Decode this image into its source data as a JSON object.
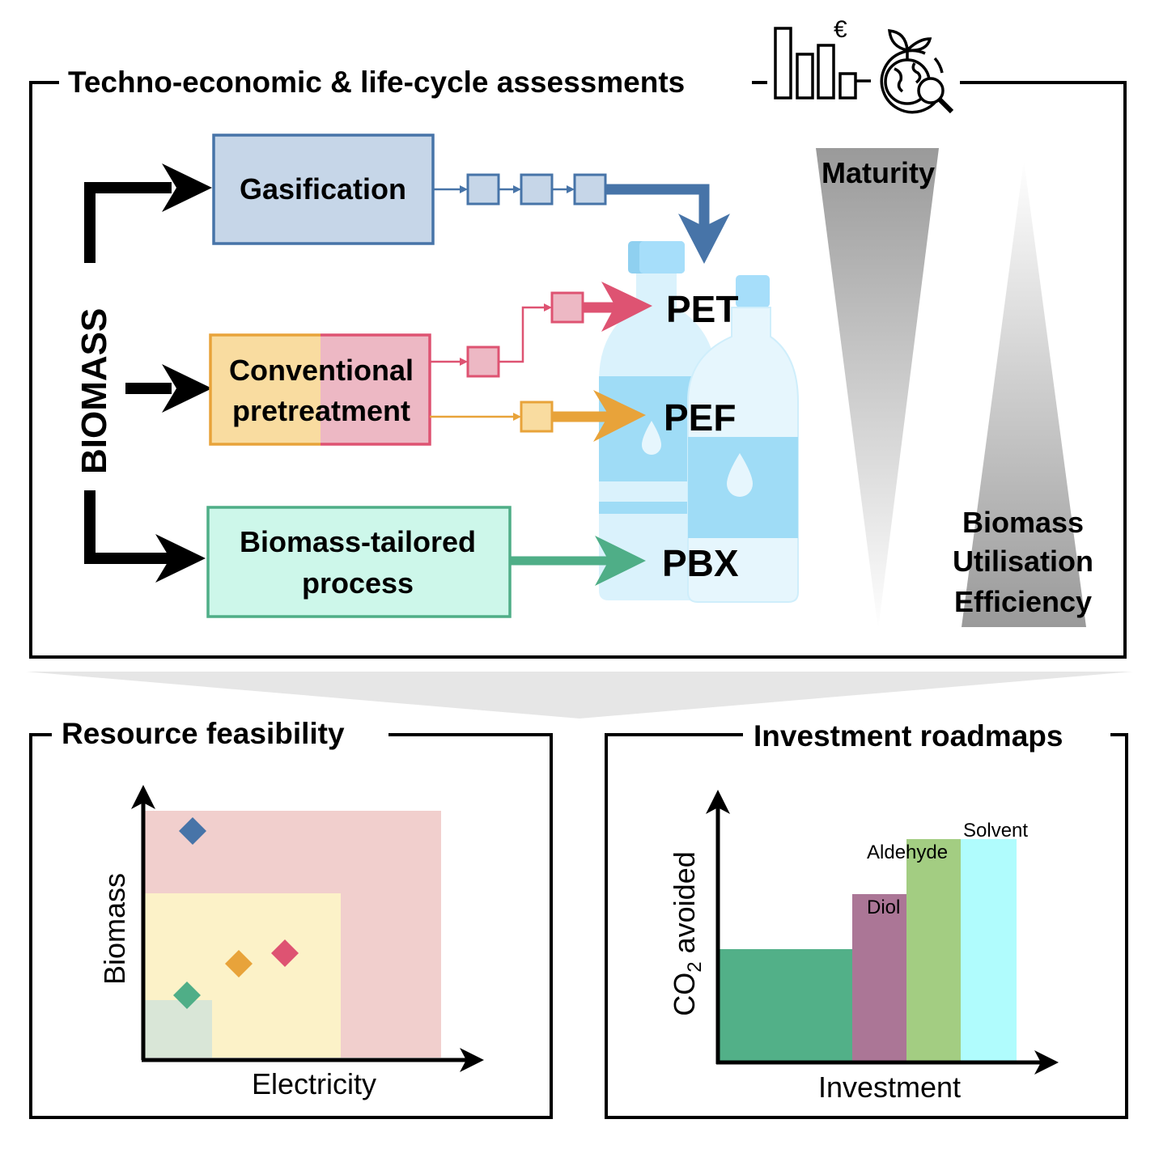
{
  "top_panel": {
    "title": "Techno-economic & life-cycle assessments",
    "icons": [
      "bar-chart-euro-icon",
      "earth-plant-magnifier-icon"
    ],
    "euro_symbol": "€",
    "feedstock_label": "BIOMASS",
    "processes": [
      {
        "id": "gasification",
        "lines": [
          "Gasification"
        ],
        "color": "#4774a8",
        "fill": "#c6d6e8"
      },
      {
        "id": "conventional",
        "lines": [
          "Conventional",
          "pretreatment"
        ],
        "colors": [
          "#e8a33a",
          "#de5372"
        ],
        "fills": [
          "#f9dca0",
          "#edb8c4"
        ]
      },
      {
        "id": "tailored",
        "lines": [
          "Biomass-tailored",
          "process"
        ],
        "color": "#4fae87",
        "fill": "#cdf7ea"
      }
    ],
    "products": [
      "PET",
      "PEF",
      "PBX"
    ],
    "indicators": {
      "maturity": "Maturity",
      "efficiency_lines": [
        "Biomass",
        "Utilisation",
        "Efficiency"
      ]
    }
  },
  "resource_panel": {
    "title": "Resource feasibility",
    "xlabel": "Electricity",
    "ylabel": "Biomass",
    "regions": [
      {
        "name": "high",
        "color": "#f1cfcd"
      },
      {
        "name": "medium",
        "color": "#fcf2c8"
      },
      {
        "name": "low",
        "color": "#d9e6d7"
      }
    ],
    "points": [
      {
        "route": "gasification",
        "color": "#4774a8"
      },
      {
        "route": "pet",
        "color": "#de5372"
      },
      {
        "route": "pef",
        "color": "#e8a33a"
      },
      {
        "route": "pbx",
        "color": "#4fae87"
      }
    ]
  },
  "investment_panel": {
    "title": "Investment roadmaps",
    "xlabel": "Investment",
    "ylabel_main": "CO",
    "ylabel_sub": "2",
    "ylabel_rest": " avoided",
    "bars": [
      {
        "label": "",
        "color": "#52b088"
      },
      {
        "label": "Diol",
        "color": "#ab7696"
      },
      {
        "label": "Aldehyde",
        "color": "#a3cd82"
      },
      {
        "label": "Solvent",
        "color": "#b0fcfd"
      }
    ]
  }
}
